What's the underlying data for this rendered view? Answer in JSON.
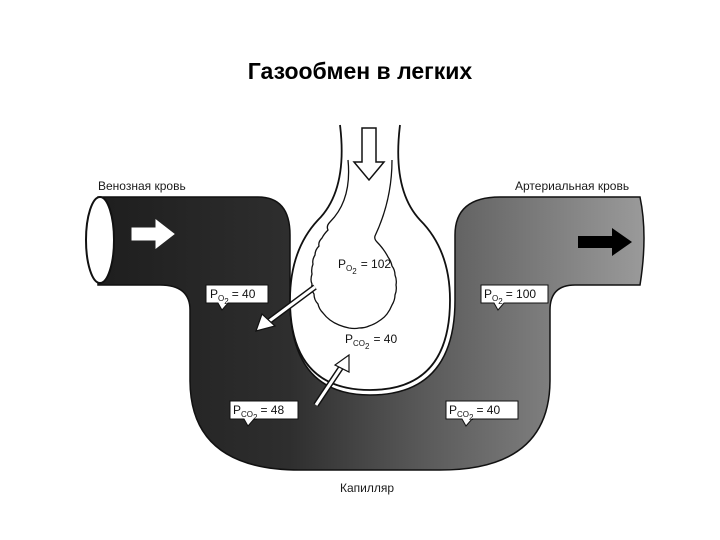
{
  "title": "Газообмен в легких",
  "labels": {
    "venous": "Венозная кровь",
    "arterial": "Артериальная кровь",
    "capillary": "Капилляр"
  },
  "alveolus": {
    "po2": {
      "sym": "P",
      "sub": "O",
      "subsub": "2",
      "value": "= 102"
    },
    "pco2": {
      "sym": "P",
      "sub": "CO",
      "subsub": "2",
      "value": "= 40"
    }
  },
  "venous_badges": {
    "po2": {
      "sym": "P",
      "sub": "O",
      "subsub": "2",
      "value": "= 40"
    },
    "pco2": {
      "sym": "P",
      "sub": "CO",
      "subsub": "2",
      "value": "= 48"
    }
  },
  "arterial_badges": {
    "po2": {
      "sym": "P",
      "sub": "O",
      "subsub": "2",
      "value": "= 100"
    },
    "pco2": {
      "sym": "P",
      "sub": "CO",
      "subsub": "2",
      "value": "= 40"
    }
  },
  "colors": {
    "venous": "#2a2a2a",
    "arterial": "#8a8a8a",
    "badge": "#ffffff",
    "outline": "#111111"
  }
}
